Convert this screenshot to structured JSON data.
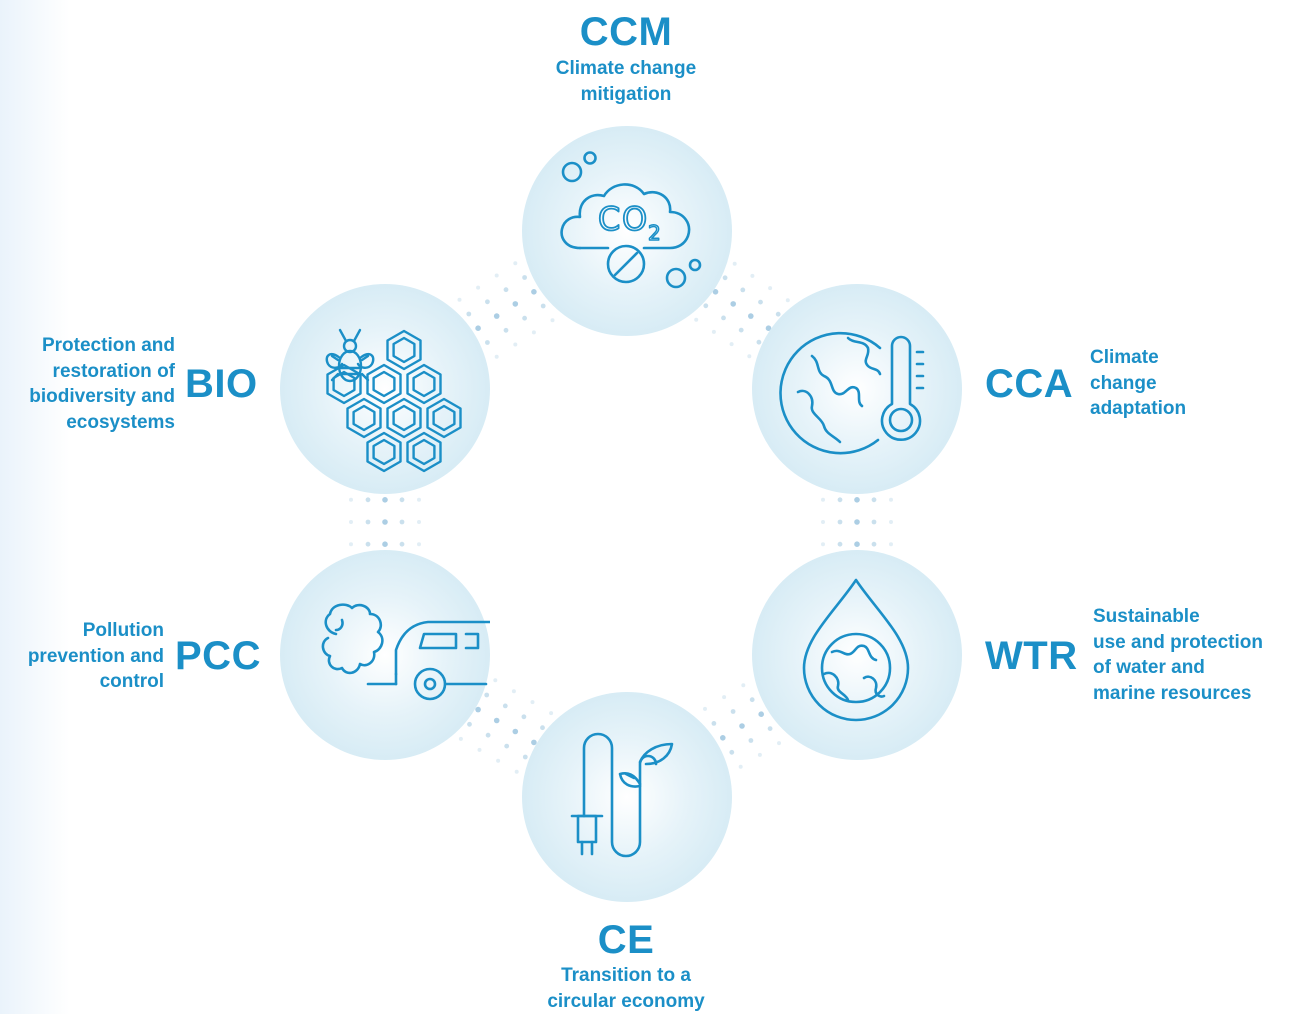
{
  "colors": {
    "accent": "#1b8fc7",
    "icon_stroke": "#1b8fc7",
    "circle_fill": "#d4eaf4",
    "dots": "#9ec6df"
  },
  "objectives": {
    "ccm": {
      "code": "CCM",
      "desc_line1": "Climate change",
      "desc_line2": "mitigation",
      "icon": "co2-cloud-icon"
    },
    "cca": {
      "code": "CCA",
      "desc_line1": "Climate",
      "desc_line2": "change",
      "desc_line3": "adaptation",
      "icon": "globe-thermometer-icon"
    },
    "wtr": {
      "code": "WTR",
      "desc_line1": "Sustainable",
      "desc_line2": "use and protection",
      "desc_line3": "of water and",
      "desc_line4": "marine resources",
      "icon": "water-drop-globe-icon"
    },
    "ce": {
      "code": "CE",
      "desc_line1": "Transition to a",
      "desc_line2": "circular economy",
      "icon": "plug-leaf-icon"
    },
    "pcc": {
      "code": "PCC",
      "desc_line1": "Pollution",
      "desc_line2": "prevention and",
      "desc_line3": "control",
      "icon": "car-exhaust-icon"
    },
    "bio": {
      "code": "BIO",
      "desc_line1": "Protection and",
      "desc_line2": "restoration of",
      "desc_line3": "biodiversity and",
      "desc_line4": "ecosystems",
      "icon": "bee-honeycomb-icon"
    }
  },
  "co2_label": {
    "c": "C",
    "o": "O",
    "sub": "2"
  }
}
